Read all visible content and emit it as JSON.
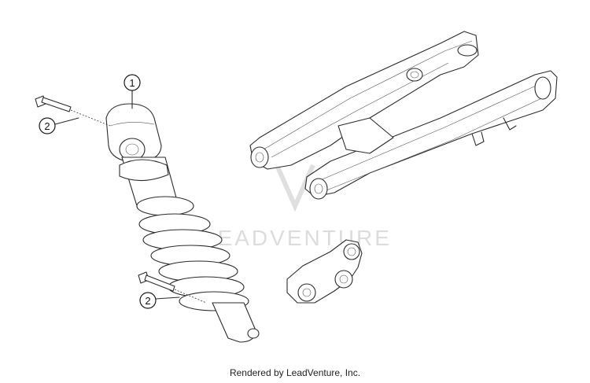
{
  "callouts": [
    {
      "id": "1"
    },
    {
      "id": "2"
    },
    {
      "id": "2"
    }
  ],
  "watermark": {
    "text": "LEADVENTURE"
  },
  "footer": {
    "text": "Rendered by LeadVenture, Inc."
  }
}
